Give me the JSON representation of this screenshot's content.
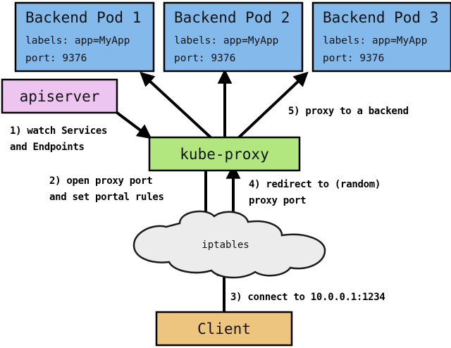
{
  "diagram": {
    "title": "kube-proxy services proxying flow",
    "colors": {
      "pod_fill": "#83b9eb",
      "apiserver_fill": "#edc5f0",
      "kubeproxy_fill": "#b2e77f",
      "client_fill": "#eec57e",
      "iptables_fill": "#ececec",
      "stroke": "#000000",
      "text": "#111111"
    },
    "nodes": {
      "pod1": {
        "title": "Backend Pod 1",
        "line1": "labels: app=MyApp",
        "line2": "port: 9376"
      },
      "pod2": {
        "title": "Backend Pod 2",
        "line1": "labels: app=MyApp",
        "line2": "port: 9376"
      },
      "pod3": {
        "title": "Backend Pod 3",
        "line1": "labels: app=MyApp",
        "line2": "port: 9376"
      },
      "apiserver": {
        "title": "apiserver"
      },
      "kubeproxy": {
        "title": "kube-proxy"
      },
      "iptables": {
        "title": "iptables"
      },
      "client": {
        "title": "Client"
      }
    },
    "edge_labels": {
      "step1_line1": "1) watch Services",
      "step1_line2": "and Endpoints",
      "step2_line1": "2) open proxy port",
      "step2_line2": "and set portal rules",
      "step3_line1": "3) connect to 10.0.0.1:1234",
      "step4_line1": "4) redirect to (random)",
      "step4_line2": "proxy port",
      "step5_line1": "5) proxy to a backend"
    }
  }
}
